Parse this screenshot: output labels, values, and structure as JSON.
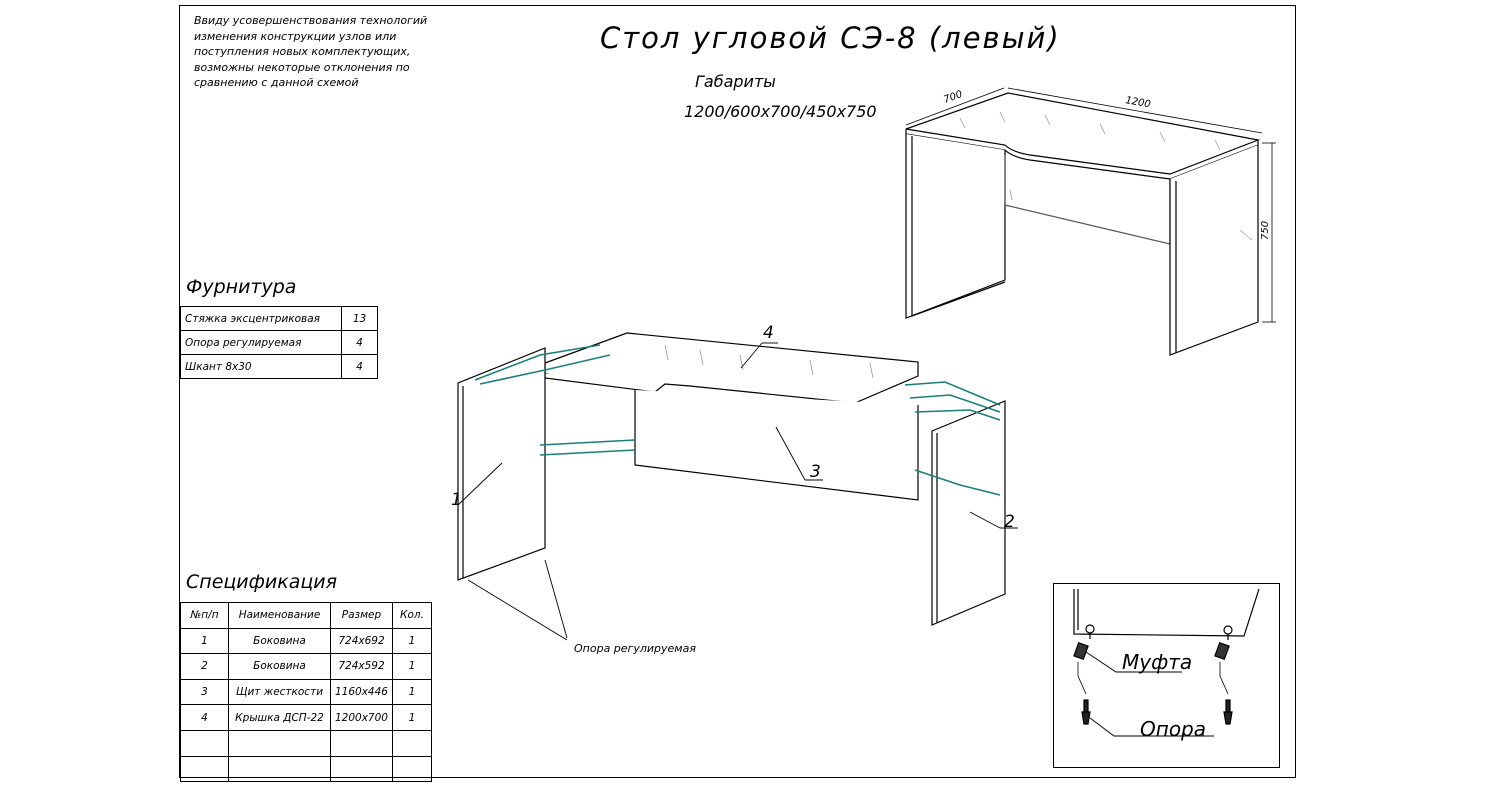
{
  "note": "Ввиду усовершенствования технологий изменения конструкции узлов или поступления новых комплектующих, возможны некоторые отклонения по сравнению с данной схемой",
  "title": "Стол угловой СЭ-8 (левый)",
  "dimensions": {
    "label": "Габариты",
    "value": "1200/600x700/450x750"
  },
  "preview_dims": {
    "depth": "700",
    "width": "1200",
    "height": "750"
  },
  "fittings": {
    "title": "Фурнитура",
    "rows": [
      {
        "name": "Стяжка эксцентриковая",
        "qty": "13"
      },
      {
        "name": "Опора регулируемая",
        "qty": "4"
      },
      {
        "name": "Шкант 8x30",
        "qty": "4"
      }
    ]
  },
  "spec": {
    "title": "Спецификация",
    "headers": [
      "№п/п",
      "Наименование",
      "Размер",
      "Кол."
    ],
    "rows": [
      [
        "1",
        "Боковина",
        "724x692",
        "1"
      ],
      [
        "2",
        "Боковина",
        "724x592",
        "1"
      ],
      [
        "3",
        "Щит жесткости",
        "1160x446",
        "1"
      ],
      [
        "4",
        "Крышка ДСП-22",
        "1200x700",
        "1"
      ],
      [
        "",
        "",
        "",
        ""
      ],
      [
        "",
        "",
        "",
        ""
      ]
    ]
  },
  "callouts": {
    "p1": "1",
    "p2": "2",
    "p3": "3",
    "p4": "4",
    "support_label": "Опора регулируемая"
  },
  "detail": {
    "coupling": "Муфта",
    "support": "Опора"
  },
  "colors": {
    "lines": "#000000",
    "ties": "#1a7f7a",
    "hidden": "#9a9a9a"
  }
}
